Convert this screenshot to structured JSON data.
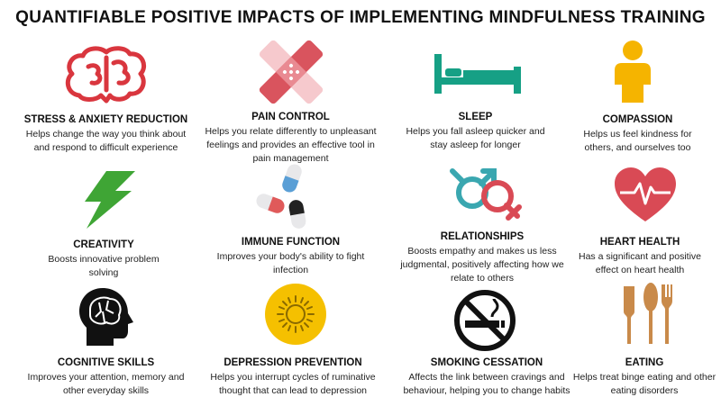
{
  "title": "QUANTIFIABLE POSITIVE IMPACTS OF IMPLEMENTING MINDFULNESS TRAINING",
  "items": [
    {
      "heading": "STRESS & ANXIETY REDUCTION",
      "text": "Helps change the way you think about and respond to difficult experience",
      "icon": "brain-icon",
      "color": "#d9363e"
    },
    {
      "heading": "PAIN CONTROL",
      "text": "Helps you relate differently to unpleasant feelings and provides an effective tool in pain management",
      "icon": "bandage-icon",
      "color": "#d9545e"
    },
    {
      "heading": "SLEEP",
      "text": "Helps you fall asleep quicker and stay asleep for longer",
      "icon": "bed-icon",
      "color": "#16a085"
    },
    {
      "heading": "COMPASSION",
      "text": "Helps us feel kindness for others, and ourselves too",
      "icon": "person-icon",
      "color": "#f5b400"
    },
    {
      "heading": "CREATIVITY",
      "text": "Boosts innovative problem solving",
      "icon": "lightning-icon",
      "color": "#3fa535"
    },
    {
      "heading": "IMMUNE FUNCTION",
      "text": "Improves your body's ability to fight infection",
      "icon": "pills-icon",
      "color": "#e05a5a"
    },
    {
      "heading": "RELATIONSHIPS",
      "text": "Boosts empathy and makes us less judgmental, positively affecting how we relate to others",
      "icon": "gender-symbols-icon",
      "color": "#3aa7b0"
    },
    {
      "heading": "HEART HEALTH",
      "text": "Has a significant and positive effect on heart health",
      "icon": "heart-icon",
      "color": "#d94a55"
    },
    {
      "heading": "COGNITIVE SKILLS",
      "text": "Improves your attention, memory and other everyday skills",
      "icon": "head-brain-icon",
      "color": "#111111"
    },
    {
      "heading": "DEPRESSION PREVENTION",
      "text": "Helps you interrupt cycles of ruminative thought that can lead to depression",
      "icon": "sun-icon",
      "color": "#f5c000"
    },
    {
      "heading": "SMOKING CESSATION",
      "text": "Affects the link between cravings and behaviour, helping you to change habits",
      "icon": "no-smoking-icon",
      "color": "#111111"
    },
    {
      "heading": "EATING",
      "text": "Helps treat binge eating and other eating disorders",
      "icon": "cutlery-icon",
      "color": "#c98a4a"
    }
  ]
}
